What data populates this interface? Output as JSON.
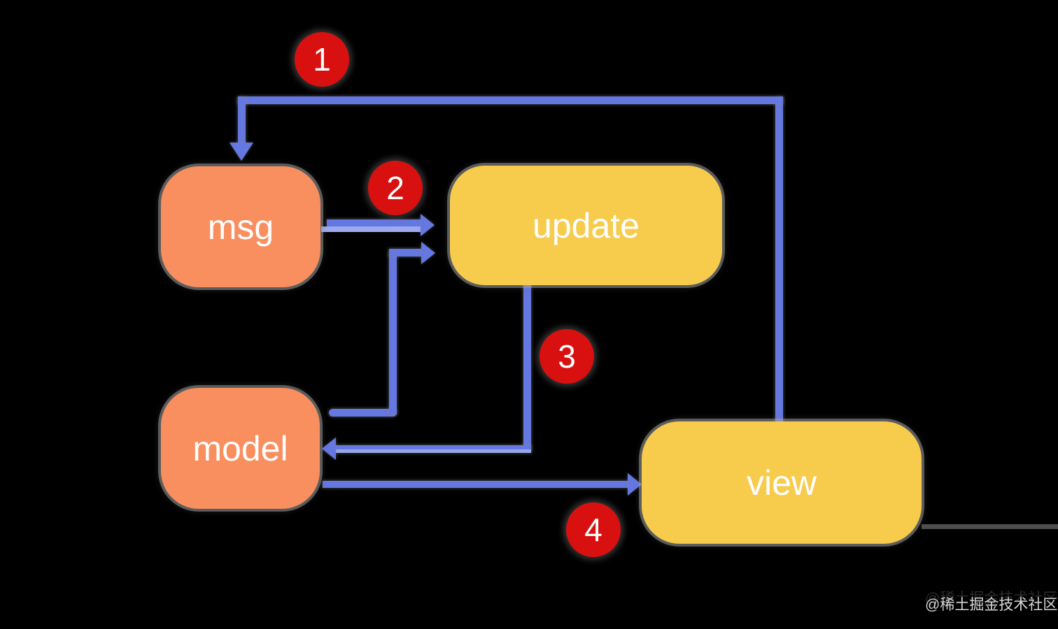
{
  "diagram": {
    "description": "Elm architecture cycle diagram on black background",
    "colors": {
      "background": "#000000",
      "arrow": "#6577E0",
      "arrow_light": "#9DA9F0",
      "badge": "#D8100F",
      "node_orange": "#F98E5E",
      "node_yellow": "#F7CB4C",
      "label_text": "#FFFFFF"
    }
  },
  "nodes": {
    "msg": {
      "label": "msg",
      "fill": "#F98E5E"
    },
    "update": {
      "label": "update",
      "fill": "#F7CB4C"
    },
    "model": {
      "label": "model",
      "fill": "#F98E5E"
    },
    "view": {
      "label": "view",
      "fill": "#F7CB4C"
    }
  },
  "steps": {
    "s1": {
      "label": "1",
      "from": "view",
      "to": "msg"
    },
    "s2": {
      "label": "2",
      "from": "msg",
      "to": "update"
    },
    "s3": {
      "label": "3",
      "from": "update",
      "to": "model"
    },
    "s4": {
      "label": "4",
      "from": "model",
      "to": "view"
    }
  },
  "arrows": [
    {
      "step": "1",
      "from": "view",
      "to": "msg"
    },
    {
      "step": "2",
      "from": "msg",
      "to": "update"
    },
    {
      "step": "",
      "from": "model",
      "to": "update"
    },
    {
      "step": "3",
      "from": "update",
      "to": "model"
    },
    {
      "step": "4",
      "from": "model",
      "to": "view"
    }
  ],
  "watermark": {
    "text": "@稀土掘金技术社区"
  }
}
